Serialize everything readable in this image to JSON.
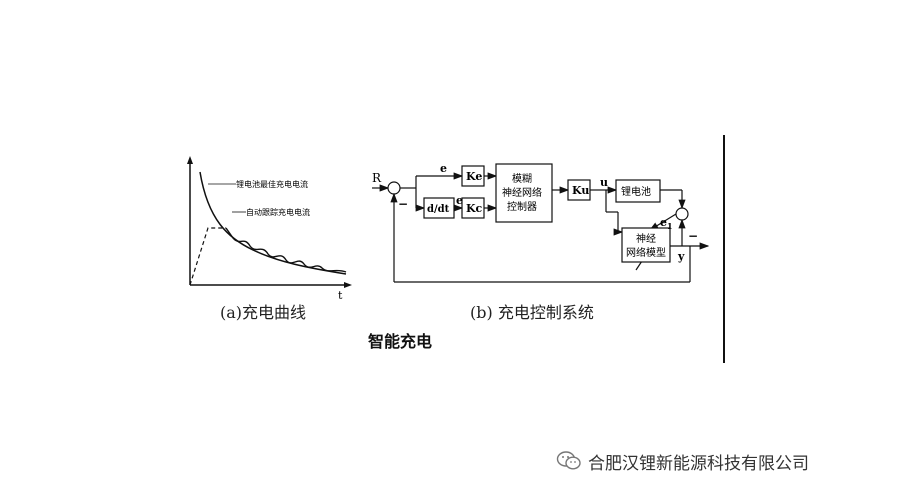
{
  "fig_a": {
    "axis_t": "t",
    "label_max": "锂电池最佳充电电流",
    "label_track": "自动跟踪充电电流",
    "caption": "(a)充电曲线"
  },
  "fig_b": {
    "r": "R",
    "e1": "e",
    "e2": "e",
    "ddt": "d/dt",
    "ke": "Ke",
    "kc": "Kc",
    "fuzzy_nn": [
      "模糊",
      "神经网络",
      "控制器"
    ],
    "ku": "Ku",
    "u": "u",
    "battery": "锂电池",
    "e_sub": "e",
    "e_sub_idx": "1",
    "nn_model": [
      "神经",
      "网络模型"
    ],
    "y": "y",
    "minus1": "−",
    "minus2": "−",
    "caption": "(b) 充电控制系统"
  },
  "title": "智能充电",
  "watermark": {
    "icon": "wechat-icon",
    "text": "合肥汉锂新能源科技有限公司"
  }
}
